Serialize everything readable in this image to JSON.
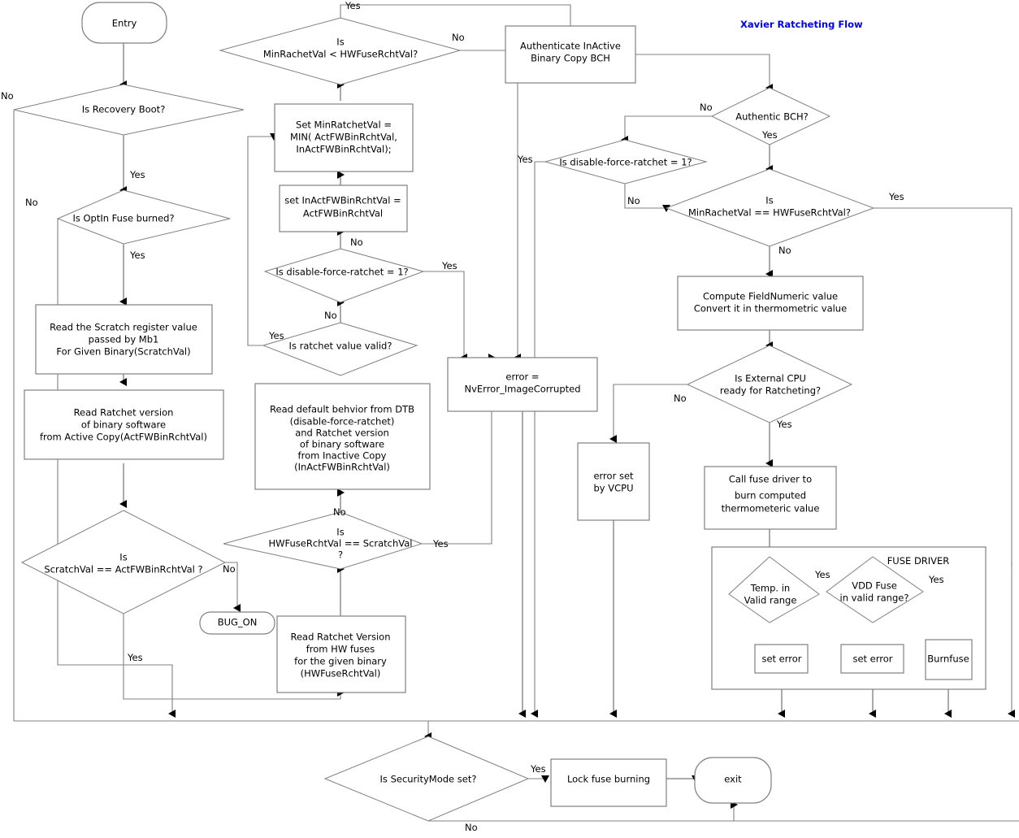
{
  "diagram": {
    "title": "Xavier Ratcheting Flow",
    "title_color": "#0000ee",
    "group_label": "FUSE DRIVER",
    "nodes": {
      "entry": {
        "label": "Entry",
        "shape": "terminator"
      },
      "is_recovery_boot": {
        "label": "Is Recovery Boot?",
        "shape": "decision"
      },
      "is_optin_fuse": {
        "label": "Is OptIn Fuse burned?",
        "shape": "decision"
      },
      "read_scratch": {
        "line1": "Read the Scratch register value",
        "line2": "passed by Mb1",
        "line3": "For Given Binary(ScratchVal)",
        "shape": "process"
      },
      "read_ratchet_active": {
        "line1": "Read Ratchet version",
        "line2": "of binary software",
        "line3": "from Active Copy(ActFWBinRchtVal)",
        "shape": "process"
      },
      "scratch_eq_act": {
        "line1": "Is",
        "line2": "ScratchVal == ActFWBinRchtVal ?",
        "shape": "decision"
      },
      "bug_on": {
        "label": "BUG_ON",
        "shape": "terminator"
      },
      "hwfuse_eq_scratch": {
        "line1": "Is",
        "line2": "HWFuseRchtVal == ScratchVal",
        "line3": "?",
        "shape": "decision"
      },
      "read_ratchet_hw": {
        "line1": "Read Ratchet Version",
        "line2": "from HW fuses",
        "line3": "for the given binary",
        "line4": "(HWFuseRchtVal)",
        "shape": "process"
      },
      "read_default_dtb": {
        "line1": "Read default behvior from DTB",
        "line2": "(disable-force-ratchet)",
        "line3": "and  Ratchet version",
        "line4": "of binary software",
        "line5": "from Inactive Copy",
        "line6": "(InActFWBinRchtVal)",
        "shape": "process"
      },
      "ratchet_value_valid": {
        "label": "Is ratchet value valid?",
        "shape": "decision"
      },
      "disable_force_left": {
        "label": "Is disable-force-ratchet = 1?",
        "shape": "decision"
      },
      "set_inact": {
        "line1": "set InActFWBinRchtVal =",
        "line2": "ActFWBinRchtVal",
        "shape": "process"
      },
      "set_min_ratchet": {
        "line1": "Set MinRatchetVal =",
        "line2": "MIN( ActFWBinRchtVal,",
        "line3": "InActFWBinRchtVal);",
        "shape": "process"
      },
      "min_lt_hwfuse": {
        "line1": "Is",
        "line2": "MinRachetVal < HWFuseRchtVal?",
        "shape": "decision"
      },
      "authenticate_bch": {
        "line1": "Authenticate InActive",
        "line2": "Binary Copy BCH",
        "shape": "process"
      },
      "authentic_bch": {
        "label": "Authentic BCH?",
        "shape": "decision"
      },
      "disable_force_right": {
        "label": "Is disable-force-ratchet = 1?",
        "shape": "decision"
      },
      "min_eq_hwfuse": {
        "line1": "Is",
        "line2": "MinRachetVal == HWFuseRchtVal?",
        "shape": "decision"
      },
      "error_image_corrupted": {
        "line1": "error =",
        "line2": "NvError_ImageCorrupted",
        "shape": "process"
      },
      "compute_fieldnumeric": {
        "line1": "Compute FieldNumeric value",
        "line2": "Convert it in thermometric value",
        "shape": "process"
      },
      "external_cpu_ready": {
        "line1": "Is External CPU",
        "line2": "ready for Ratcheting?",
        "shape": "decision"
      },
      "error_set_vcpu": {
        "line1": "error set",
        "line2": "by VCPU",
        "shape": "process"
      },
      "call_fuse_driver": {
        "line1": "Call fuse driver to",
        "line2": "burn computed",
        "line3": "thermometeric value",
        "shape": "process"
      },
      "temp_valid": {
        "line1": "Temp. in",
        "line2": "Valid range",
        "shape": "decision"
      },
      "vdd_valid": {
        "line1": "VDD Fuse",
        "line2": "in valid range?",
        "shape": "decision"
      },
      "set_error_1": {
        "label": "set error",
        "shape": "process"
      },
      "set_error_2": {
        "label": "set error",
        "shape": "process"
      },
      "burnfuse": {
        "label": "Burnfuse",
        "shape": "process"
      },
      "security_mode": {
        "label": "Is SecurityMode set?",
        "shape": "decision"
      },
      "lock_fuse_burning": {
        "label": "Lock fuse burning",
        "shape": "process"
      },
      "exit": {
        "label": "exit",
        "shape": "terminator"
      }
    },
    "edge_labels": {
      "recovery_no": "No",
      "recovery_yes": "Yes",
      "optin_no": "No",
      "optin_yes": "Yes",
      "scratch_no": "No",
      "scratch_yes": "Yes",
      "hwfuse_no": "No",
      "hwfuse_yes": "Yes",
      "ratchet_valid_yes": "Yes",
      "ratchet_valid_no": "No",
      "disable_left_yes": "Yes",
      "disable_left_no": "No",
      "min_lt_yes": "Yes",
      "min_lt_no": "No",
      "authentic_no": "No",
      "authentic_yes": "Yes",
      "disable_right_yes": "Yes",
      "disable_right_no": "No",
      "min_eq_yes": "Yes",
      "min_eq_no": "No",
      "cpu_no": "No",
      "cpu_yes": "Yes",
      "temp_yes": "Yes",
      "vdd_yes": "Yes",
      "security_yes": "Yes",
      "security_no": "No"
    }
  }
}
